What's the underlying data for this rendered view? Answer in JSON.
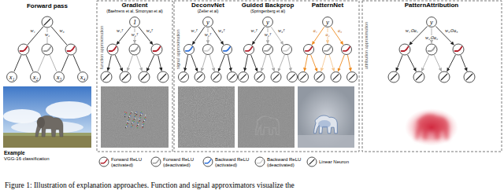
{
  "diagram": {
    "caption": "Figure 1: Illustration of explanation approaches. Function and signal approximators visualize the",
    "nodes": [
      {
        "text": [
          "x₁"
        ]
      },
      {
        "text": [
          "x₂"
        ]
      },
      {
        "text": [
          "x₃"
        ]
      },
      {
        "text": [
          "x₄"
        ]
      },
      {
        "text": [
          "1"
        ]
      },
      {
        "text": [
          "y"
        ]
      },
      {
        "text": [
          "y"
        ]
      },
      {
        "text": [
          "y"
        ]
      },
      {
        "text": [
          "y"
        ]
      }
    ],
    "labels": [
      "Forward pass",
      "Gradient",
      "(Baehrens et al, Simonyan et al)",
      "DeconvNet",
      "(Zeiler et al)",
      "Guided Backprop",
      "(Springenberg et al)",
      "PatternNet",
      "PatternAttribution",
      "function approximation",
      "signal approximation",
      "attribution approximation",
      "Example",
      "VGG-16 classification",
      "w₁",
      "w₂",
      "w₃",
      "w₁ᵀ",
      "w₂ᵀ",
      "w₃ᵀ",
      "w₁ᵀ",
      "w₂ᵀ",
      "w₃ᵀ",
      "w₁ᵀ",
      "w₂ᵀ",
      "w₃ᵀ",
      "a₁",
      "a₂",
      "a₃",
      "w₁⊙a₁",
      "w₂⊙a₂",
      "w₃⊙a₃"
    ],
    "legend": [
      {
        "text": "Forward ReLU (activated)"
      },
      {
        "text": "Forward ReLU (deactivated)"
      },
      {
        "text": "Backward ReLU (activated)"
      },
      {
        "text": "Backward ReLU (deactivated)"
      },
      {
        "text": "Linear Neuron"
      }
    ]
  }
}
